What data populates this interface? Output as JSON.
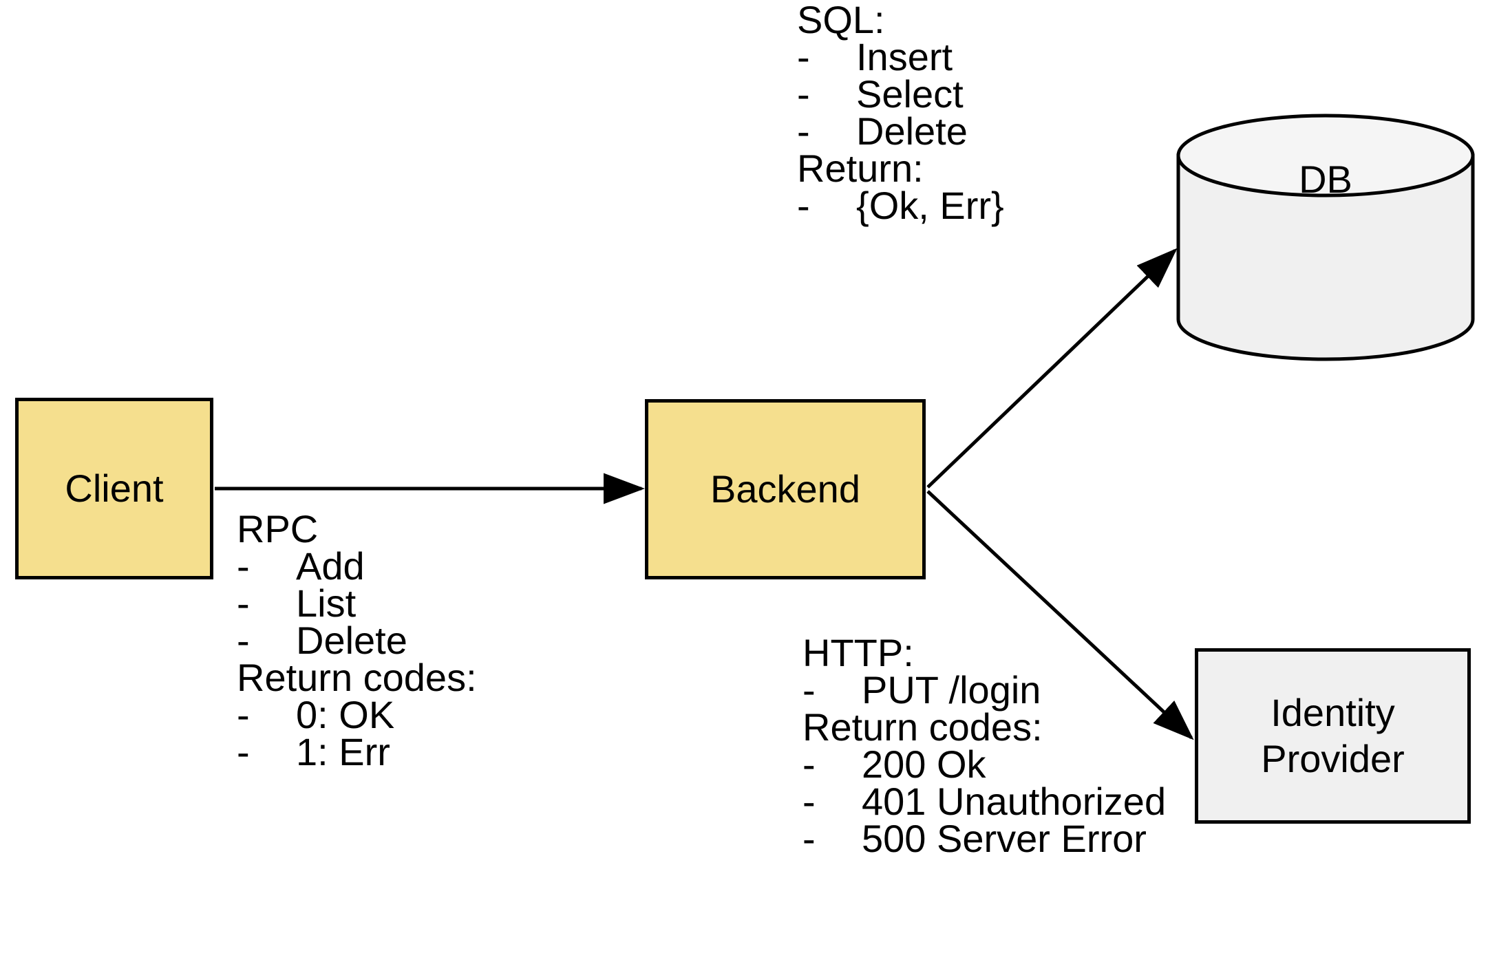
{
  "diagram": {
    "title": "Client-Backend-DB-Identity Provider architecture",
    "colors": {
      "service_fill": "#F5DF8E",
      "store_fill": "#F0F0F0",
      "stroke": "#000000",
      "background": "#FFFFFF"
    },
    "nodes": {
      "client": {
        "label": "Client",
        "shape": "rectangle",
        "fill": "#F5DF8E"
      },
      "backend": {
        "label": "Backend",
        "shape": "rectangle",
        "fill": "#F5DF8E"
      },
      "db": {
        "label": "DB",
        "shape": "cylinder",
        "fill": "#F0F0F0"
      },
      "identity_provider": {
        "label_line1": "Identity",
        "label_line2": "Provider",
        "shape": "rectangle",
        "fill": "#F0F0F0"
      }
    },
    "edges": [
      {
        "from": "client",
        "to": "backend",
        "protocol": "RPC",
        "style": "solid-arrow"
      },
      {
        "from": "backend",
        "to": "db",
        "protocol": "SQL",
        "style": "solid-arrow"
      },
      {
        "from": "backend",
        "to": "identity_provider",
        "protocol": "HTTP",
        "style": "solid-arrow"
      }
    ],
    "annotations": {
      "rpc": {
        "heading": "RPC",
        "dash": "-",
        "items": [
          "Add",
          "List",
          "Delete"
        ],
        "return_heading": "Return codes:",
        "return_items": [
          "0: OK",
          "1: Err"
        ]
      },
      "sql": {
        "heading": "SQL:",
        "dash": "-",
        "items": [
          "Insert",
          "Select",
          "Delete"
        ],
        "return_heading": "Return:",
        "return_items": [
          "{Ok, Err}"
        ]
      },
      "http": {
        "heading": "HTTP:",
        "dash": "-",
        "items": [
          "PUT /login"
        ],
        "return_heading": "Return codes:",
        "return_items": [
          "200 Ok",
          "401 Unauthorized",
          "500 Server Error"
        ]
      }
    }
  }
}
